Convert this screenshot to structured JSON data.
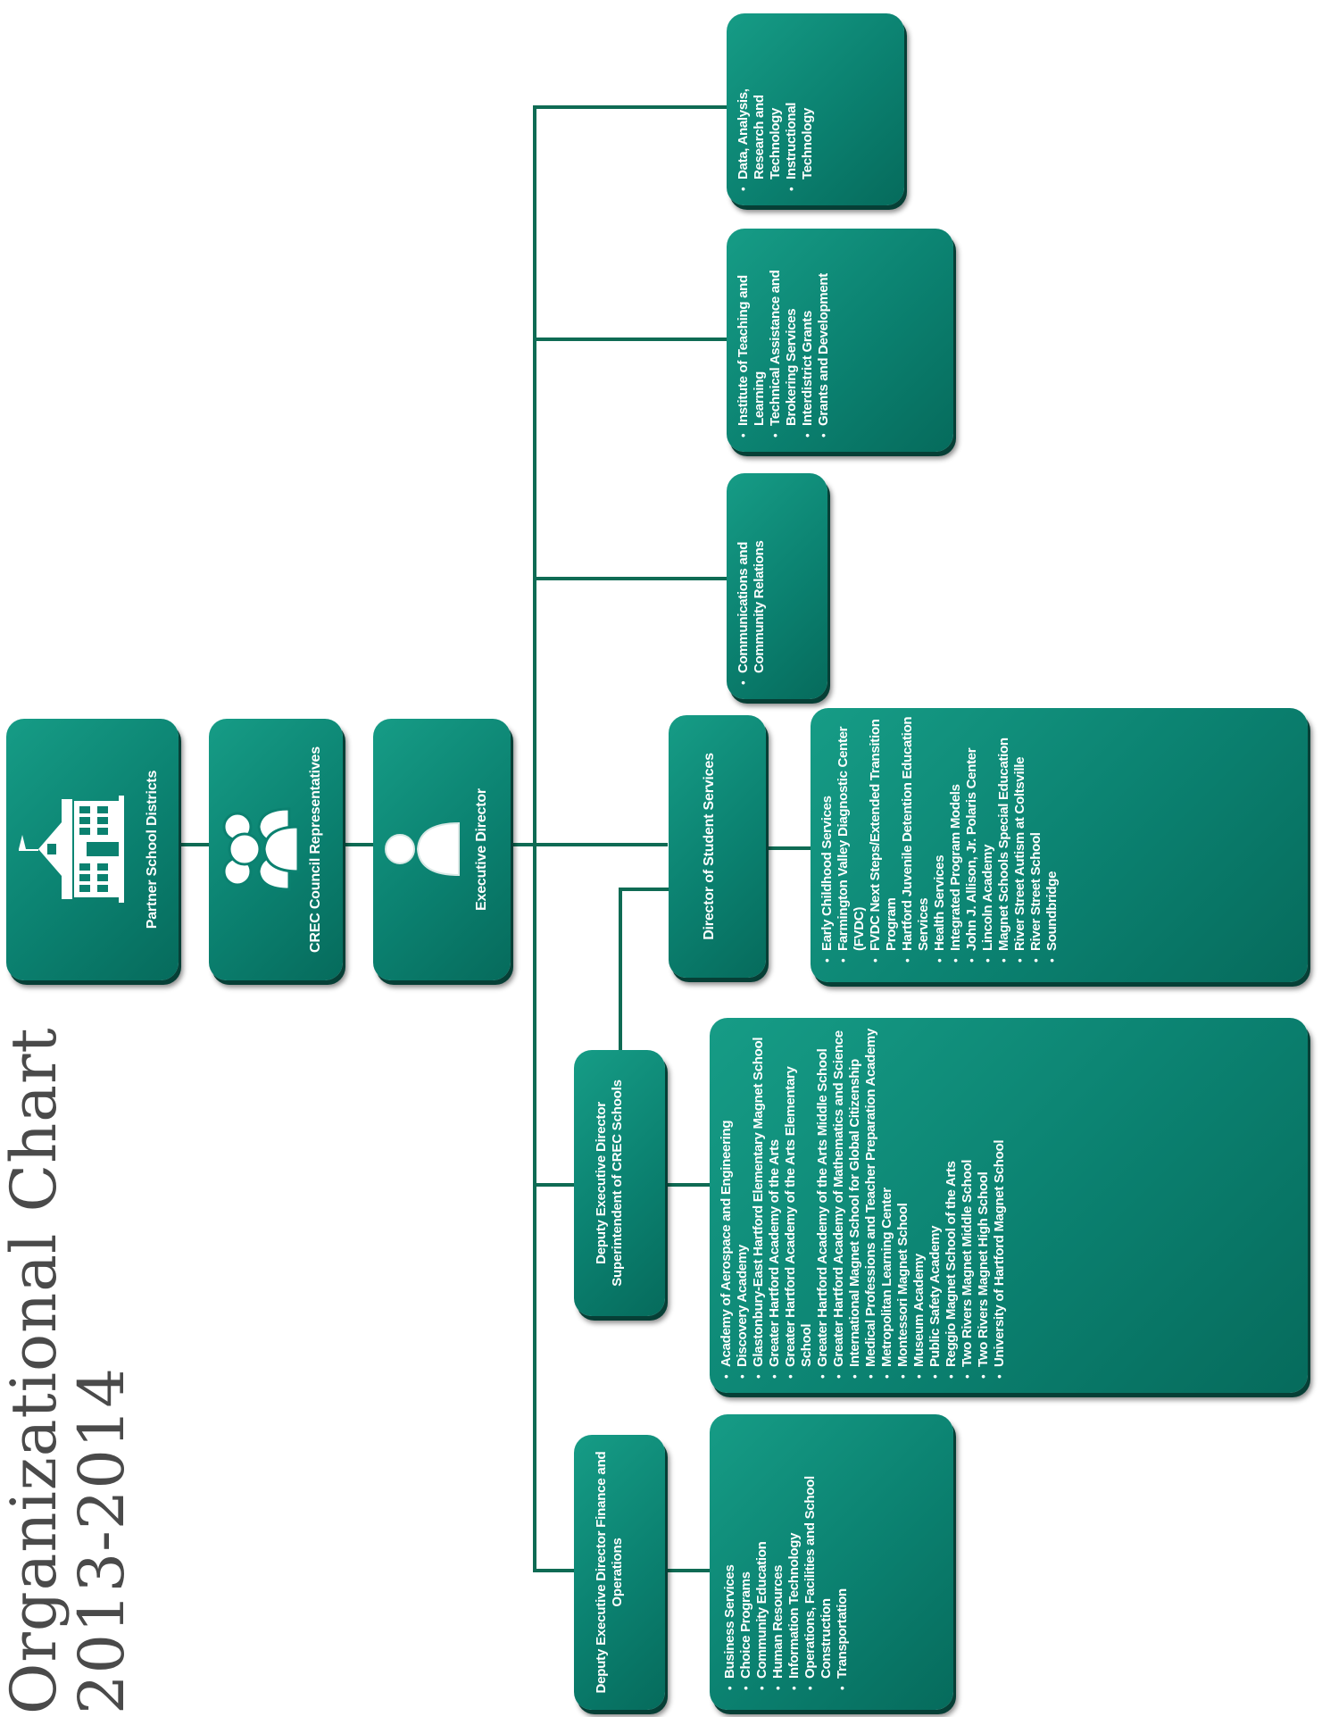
{
  "title": {
    "line1": "Organizational Chart",
    "line2": "2013-2014"
  },
  "top_row": {
    "partner": {
      "label": "Partner School Districts",
      "icon": "schoolhouse-icon"
    },
    "council": {
      "label": "CREC Council Representatives",
      "icon": "people-group-icon"
    },
    "executive": {
      "label": "Executive Director",
      "icon": "person-icon"
    }
  },
  "right_boxes": {
    "data": [
      "Data, Analysis, Research and Technology",
      "Instructional Technology"
    ],
    "institute": [
      "Institute of Teaching and Learning",
      "Technical Assistance and Brokering Services",
      "Interdistrict Grants",
      "Grants and Development"
    ],
    "communications": [
      "Communications and Community Relations"
    ]
  },
  "student_services": {
    "header": "Director of Student Services",
    "items": [
      "Early Childhood Services",
      "Farmington Valley Diagnostic Center (FVDC)",
      "FVDC Next Steps/Extended Transition Program",
      "Hartford Juvenile Detention Education Services",
      "Health Services",
      "Integrated Program Models",
      "John J. Allison, Jr. Polaris Center",
      "Lincoln Academy",
      "Magnet Schools Special Education",
      "River Street Autism at Coltsville",
      "River Street School",
      "Soundbridge"
    ]
  },
  "crec_schools": {
    "header": "Deputy Executive Director Superintendent of CREC Schools",
    "items": [
      "Academy of Aerospace and Engineering",
      "Discovery Academy",
      "Glastonbury-East Hartford Elementary Magnet School",
      "Greater Hartford Academy of the Arts",
      "Greater Hartford Academy of the Arts Elementary School",
      "Greater Hartford Academy of the Arts Middle School",
      "Greater Hartford Academy of Mathematics and Science",
      "International Magnet School for Global Citizenship",
      "Medical Professions and Teacher Preparation Academy",
      "Metropolitan Learning Center",
      "Montessori Magnet School",
      "Museum Academy",
      "Public Safety Academy",
      "Reggio Magnet School of the Arts",
      "Two Rivers Magnet Middle School",
      "Two Rivers Magnet High School",
      "University of Hartford Magnet School"
    ]
  },
  "finance": {
    "header": "Deputy Executive Director Finance and Operations",
    "items": [
      "Business Services",
      "Choice Programs",
      "Community Education",
      "Human Resources",
      "Information Technology",
      "Operations, Facilities and School Construction",
      "Transportation"
    ]
  },
  "colors": {
    "box": "#0b8170",
    "line": "#0f6b54",
    "title": "#4a4a4a"
  }
}
